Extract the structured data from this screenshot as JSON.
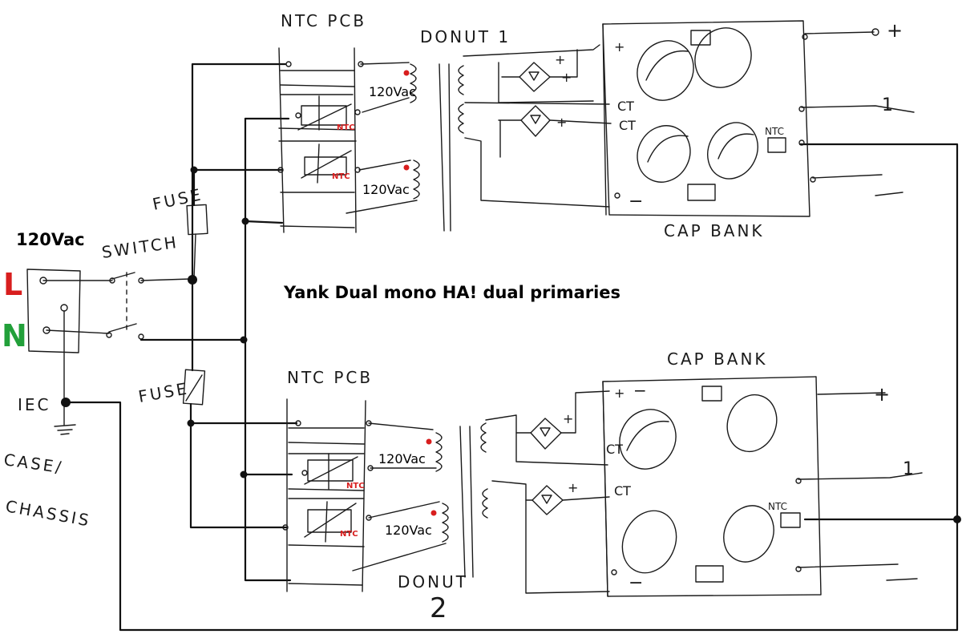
{
  "title": "Yank Dual mono HA! dual primaries",
  "mains": {
    "voltage_label": "120Vac",
    "line_label": "L",
    "neutral_label": "N",
    "line_color": "#d81e1e",
    "neutral_color": "#22a03a"
  },
  "labels": {
    "switch": "SWITCH",
    "fuse_top": "FUSE",
    "fuse_bottom": "FUSE",
    "iec": "IEC",
    "case": "CASE/",
    "chassis": "CHASSIS",
    "ntc_pcb_top": "NTC PCB",
    "ntc_pcb_bottom": "NTC PCB",
    "donut_top": "DONUT 1",
    "donut_bottom": "DONUT",
    "donut_bottom_num": "2",
    "capbank_top": "CAP BANK",
    "capbank_bottom": "CAP BANK"
  },
  "secondary": {
    "v1": "120Vac",
    "v2": "120Vac",
    "v3": "120Vac",
    "v4": "120Vac"
  },
  "ntc": {
    "n1": "NTC",
    "n2": "NTC",
    "n3": "NTC",
    "n4": "NTC",
    "cap_top": "NTC",
    "cap_bottom": "NTC"
  },
  "terminals": {
    "plus": "+",
    "minus": "−",
    "ct": "CT",
    "one": "1"
  },
  "colors": {
    "ink": "#111111",
    "accent_red": "#d81e1e"
  }
}
